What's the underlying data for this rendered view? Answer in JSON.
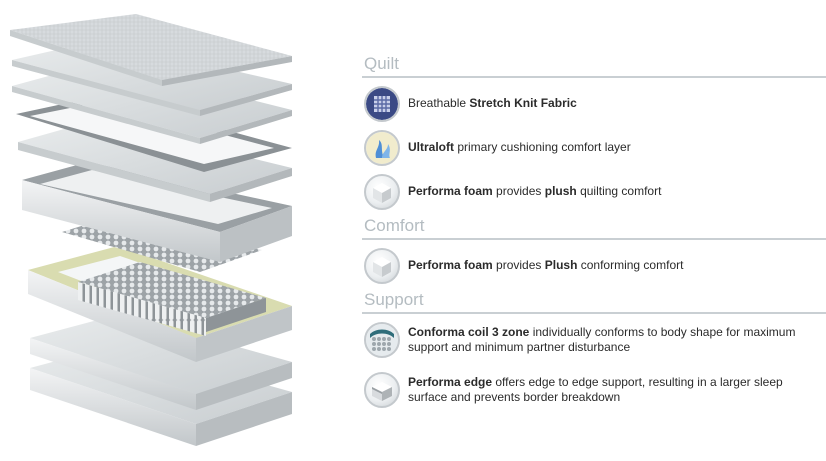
{
  "sections": [
    {
      "title": "Quilt",
      "items": [
        {
          "icon": "knit-fabric-icon",
          "pre": "Breathable ",
          "bold": "Stretch Knit Fabric",
          "mid": "",
          "bold2": "",
          "post": ""
        },
        {
          "icon": "ultraloft-fiber-icon",
          "pre": "",
          "bold": "Ultraloft",
          "mid": " primary cushioning comfort layer",
          "bold2": "",
          "post": ""
        },
        {
          "icon": "foam-cube-icon",
          "pre": "",
          "bold": "Performa foam",
          "mid": " provides ",
          "bold2": "plush",
          "post": " quilting comfort"
        }
      ]
    },
    {
      "title": "Comfort",
      "items": [
        {
          "icon": "foam-cube-icon",
          "pre": "",
          "bold": "Performa foam",
          "mid": " provides ",
          "bold2": "Plush",
          "post": " conforming comfort"
        }
      ]
    },
    {
      "title": "Support",
      "items": [
        {
          "icon": "coil-springs-icon",
          "pre": "",
          "bold": "Conforma coil 3 zone",
          "mid": " individually conforms to body shape for maximum support and minimum partner disturbance",
          "bold2": "",
          "post": ""
        },
        {
          "icon": "edge-foam-icon",
          "pre": "",
          "bold": "Performa edge",
          "mid": " offers edge to edge support, resulting in a larger sleep surface and prevents border breakdown",
          "bold2": "",
          "post": ""
        }
      ]
    }
  ],
  "colors": {
    "header_text": "#b4bcc1",
    "header_rule": "#c9cfd3",
    "layer_gray": "#d3d8dc",
    "edge_foam": "#d9dcb0",
    "body_text": "#2b2b2b"
  }
}
